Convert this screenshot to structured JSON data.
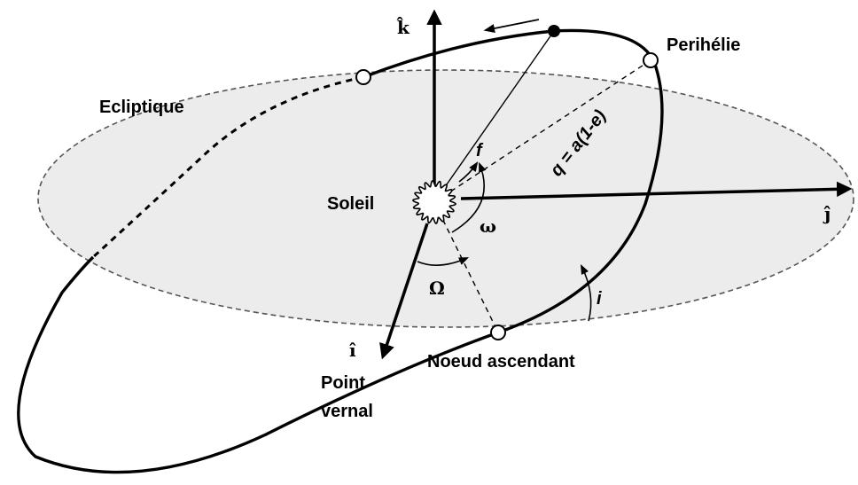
{
  "labels": {
    "k_axis": "k̂",
    "j_axis": "ĵ",
    "i_axis": "î",
    "perihelion": "Perihélie",
    "ecliptic": "Ecliptique",
    "sun": "Soleil",
    "q_formula": "q = a(1-e)",
    "true_anomaly": "f",
    "arg_periapsis": "ω",
    "long_node": "Ω",
    "inclination": "i",
    "asc_node": "Noeud ascendant",
    "vernal_line1": "Point",
    "vernal_line2": "vernal"
  }
}
